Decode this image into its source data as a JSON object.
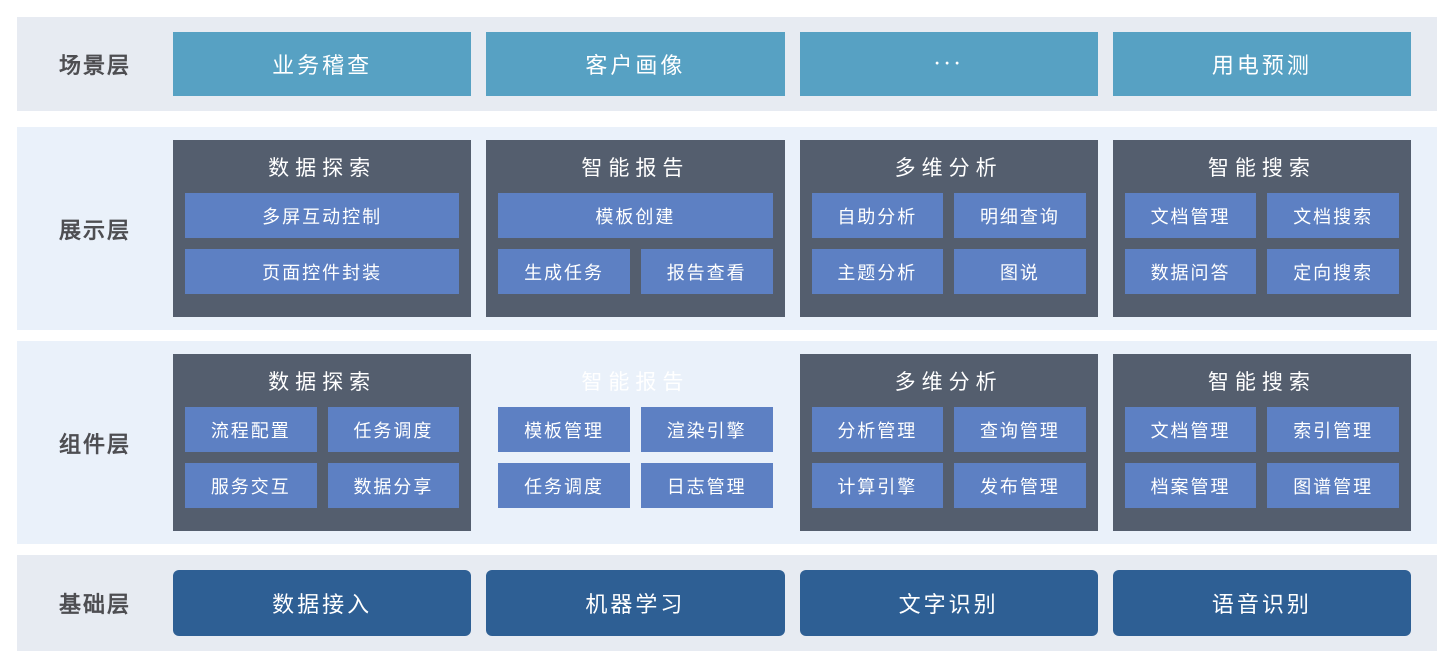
{
  "colors": {
    "band_a": "#e7ebf2",
    "band_b": "#eaf1fa",
    "teal": "#57a1c3",
    "navy": "#2e5f94",
    "slate": "#545e6e",
    "blue": "#5d80c3",
    "label_text": "#4e4e52",
    "box_text": "#ffffff"
  },
  "layers": [
    {
      "id": "scenario",
      "label": "场景层",
      "kind": "simple",
      "box_style": "teal",
      "boxes": [
        "业务稽查",
        "客户画像",
        "···",
        "用电预测"
      ]
    },
    {
      "id": "display",
      "label": "展示层",
      "kind": "groups",
      "groups": [
        {
          "title": "数据探索",
          "ghost": false,
          "rows": [
            [
              "多屏互动控制"
            ],
            [
              "页面控件封装"
            ]
          ]
        },
        {
          "title": "智能报告",
          "ghost": false,
          "rows": [
            [
              "模板创建"
            ],
            [
              "生成任务",
              "报告查看"
            ]
          ]
        },
        {
          "title": "多维分析",
          "ghost": false,
          "rows": [
            [
              "自助分析",
              "明细查询"
            ],
            [
              "主题分析",
              "图说"
            ]
          ]
        },
        {
          "title": "智能搜索",
          "ghost": false,
          "rows": [
            [
              "文档管理",
              "文档搜索"
            ],
            [
              "数据问答",
              "定向搜索"
            ]
          ]
        }
      ]
    },
    {
      "id": "component",
      "label": "组件层",
      "kind": "groups",
      "groups": [
        {
          "title": "数据探索",
          "ghost": false,
          "rows": [
            [
              "流程配置",
              "任务调度"
            ],
            [
              "服务交互",
              "数据分享"
            ]
          ]
        },
        {
          "title": "智能报告",
          "ghost": true,
          "rows": [
            [
              "模板管理",
              "渲染引擎"
            ],
            [
              "任务调度",
              "日志管理"
            ]
          ]
        },
        {
          "title": "多维分析",
          "ghost": false,
          "rows": [
            [
              "分析管理",
              "查询管理"
            ],
            [
              "计算引擎",
              "发布管理"
            ]
          ]
        },
        {
          "title": "智能搜索",
          "ghost": false,
          "rows": [
            [
              "文档管理",
              "索引管理"
            ],
            [
              "档案管理",
              "图谱管理"
            ]
          ]
        }
      ]
    },
    {
      "id": "base",
      "label": "基础层",
      "kind": "simple",
      "box_style": "navy",
      "boxes": [
        "数据接入",
        "机器学习",
        "文字识别",
        "语音识别"
      ]
    }
  ]
}
